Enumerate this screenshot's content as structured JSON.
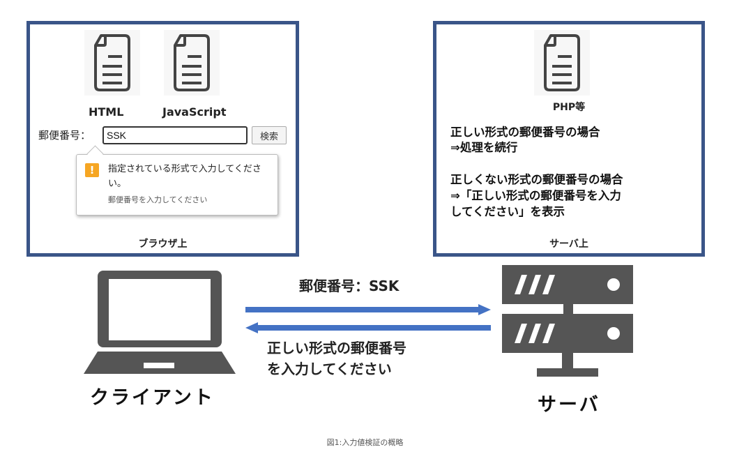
{
  "browser_panel": {
    "file_icons": [
      {
        "icon": "document-icon",
        "label": "HTML"
      },
      {
        "icon": "document-icon",
        "label": "JavaScript"
      }
    ],
    "form": {
      "label": "郵便番号：",
      "input_value": "SSK",
      "button_label": "検索"
    },
    "validation_tooltip": {
      "icon": "warning-icon",
      "icon_glyph": "!",
      "message": "指定されている形式で入力してください。",
      "title_hint": "郵便番号を入力してください"
    },
    "caption": "ブラウザ上"
  },
  "server_panel": {
    "file_icon": {
      "icon": "document-icon",
      "label": "PHP等"
    },
    "lines": [
      "正しい形式の郵便番号の場合",
      "⇒処理を続行",
      "正しくない形式の郵便番号の場合",
      "⇒「正しい形式の郵便番号を入力",
      "してください」を表示"
    ],
    "caption": "サーバ上"
  },
  "diagram": {
    "client_label": "クライアント",
    "server_label": "サーバ",
    "request_label": "郵便番号：SSK",
    "response_label_lines": [
      "正しい形式の郵便番号",
      "を入力してください"
    ],
    "colors": {
      "frame": "#3a5588",
      "arrow": "#4472c4",
      "icon": "#555555"
    }
  },
  "figure_caption": "図1:入力値検証の概略"
}
